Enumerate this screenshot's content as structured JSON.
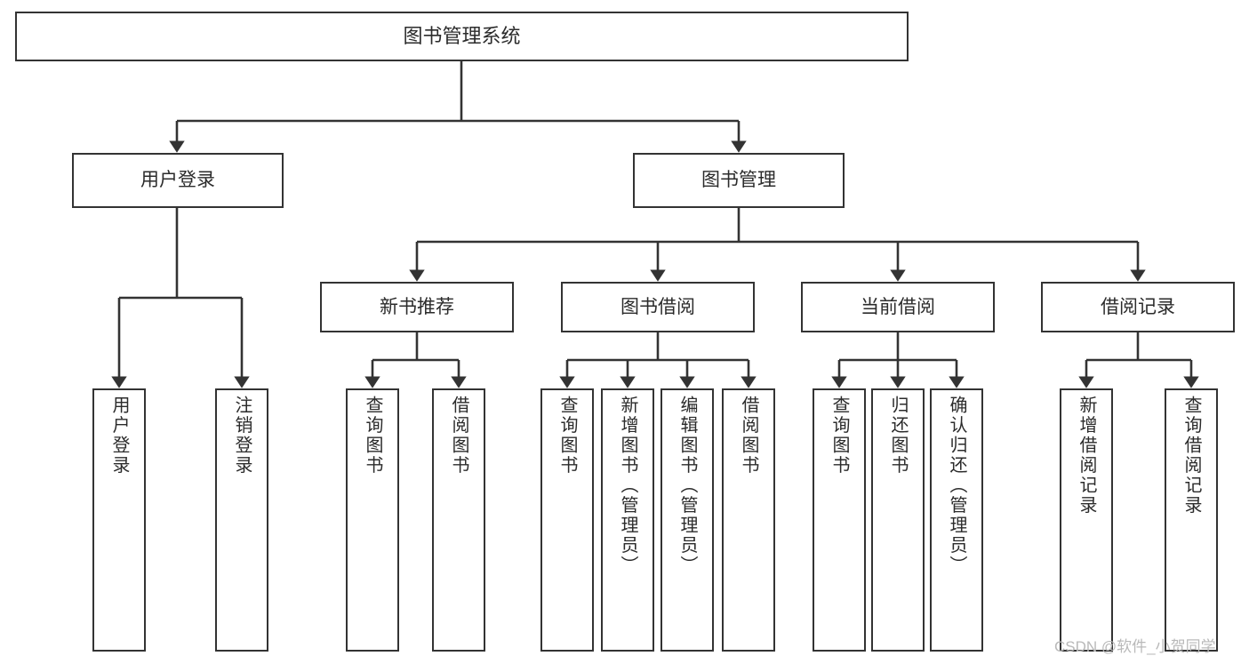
{
  "diagram": {
    "type": "tree-hierarchy-chart",
    "title": "图书管理系统",
    "root": {
      "id": "root",
      "label": "图书管理系统",
      "orientation": "horizontal"
    },
    "level2": [
      {
        "id": "user-login",
        "label": "用户登录",
        "orientation": "horizontal"
      },
      {
        "id": "book-manage",
        "label": "图书管理",
        "orientation": "horizontal"
      }
    ],
    "level3": [
      {
        "id": "new-book-recommend",
        "label": "新书推荐",
        "orientation": "horizontal"
      },
      {
        "id": "book-borrow",
        "label": "图书借阅",
        "orientation": "horizontal"
      },
      {
        "id": "current-borrow",
        "label": "当前借阅",
        "orientation": "horizontal"
      },
      {
        "id": "borrow-record",
        "label": "借阅记录",
        "orientation": "horizontal"
      }
    ],
    "leaves": [
      {
        "id": "leaf-user-login",
        "label": "用户登录",
        "parent": "user-login",
        "orientation": "vertical"
      },
      {
        "id": "leaf-logout-login",
        "label": "注销登录",
        "parent": "user-login",
        "orientation": "vertical"
      },
      {
        "id": "leaf-query-book-1",
        "label": "查询图书",
        "parent": "new-book-recommend",
        "orientation": "vertical"
      },
      {
        "id": "leaf-borrow-book-1",
        "label": "借阅图书",
        "parent": "new-book-recommend",
        "orientation": "vertical"
      },
      {
        "id": "leaf-query-book-2",
        "label": "查询图书",
        "parent": "book-borrow",
        "orientation": "vertical"
      },
      {
        "id": "leaf-add-book",
        "label": "新增图书（管理员）",
        "parent": "book-borrow",
        "orientation": "vertical"
      },
      {
        "id": "leaf-edit-book",
        "label": "编辑图书（管理员）",
        "parent": "book-borrow",
        "orientation": "vertical"
      },
      {
        "id": "leaf-borrow-book-2",
        "label": "借阅图书",
        "parent": "book-borrow",
        "orientation": "vertical"
      },
      {
        "id": "leaf-query-book-3",
        "label": "查询图书",
        "parent": "current-borrow",
        "orientation": "vertical"
      },
      {
        "id": "leaf-return-book",
        "label": "归还图书",
        "parent": "current-borrow",
        "orientation": "vertical"
      },
      {
        "id": "leaf-confirm-return",
        "label": "确认归还（管理员）",
        "parent": "current-borrow",
        "orientation": "vertical"
      },
      {
        "id": "leaf-add-record",
        "label": "新增借阅记录",
        "parent": "borrow-record",
        "orientation": "vertical"
      },
      {
        "id": "leaf-query-record",
        "label": "查询借阅记录",
        "parent": "borrow-record",
        "orientation": "vertical"
      }
    ],
    "colors": {
      "stroke": "#333333",
      "fill": "#ffffff",
      "text": "#2b2b2b",
      "watermark": "#b9b9b9"
    }
  },
  "watermark": {
    "text": "CSDN @软件_小贺同学"
  }
}
